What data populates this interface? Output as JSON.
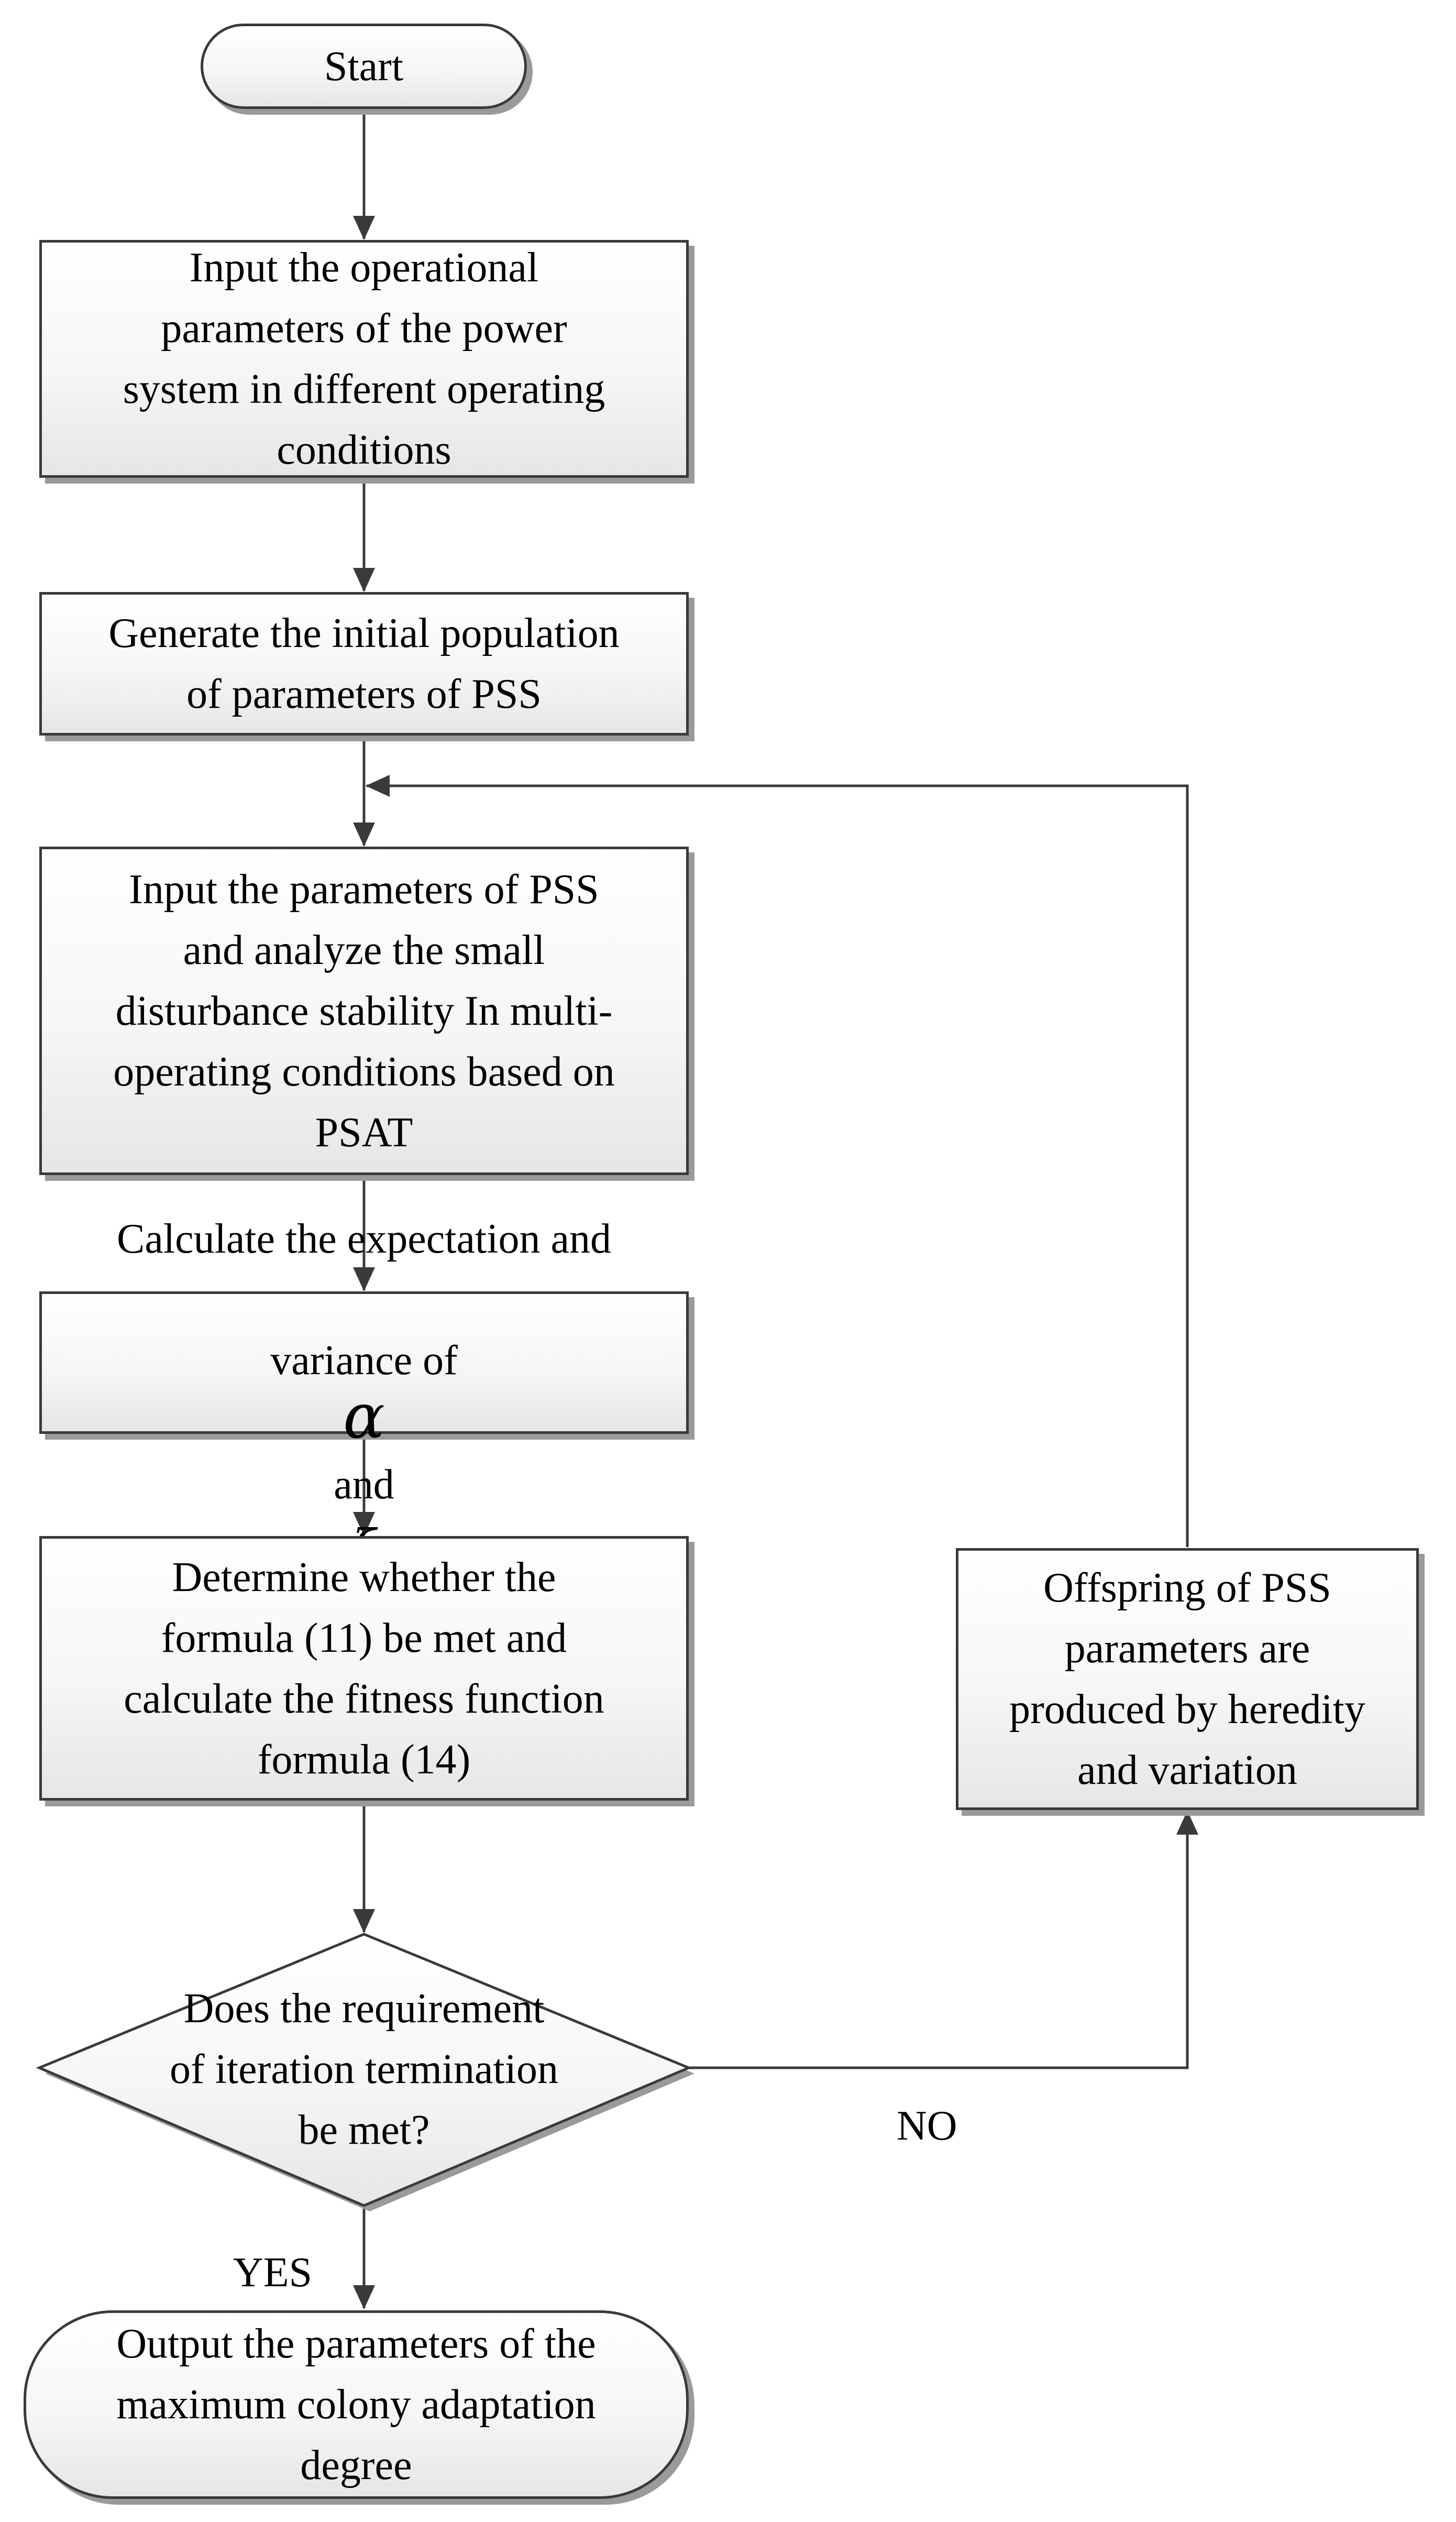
{
  "nodes": {
    "start": "Start",
    "input_operational": "Input the operational\nparameters of the power\nsystem in different operating\nconditions",
    "generate_population": "Generate the initial population\nof parameters of PSS",
    "input_pss": "Input the parameters of PSS\nand analyze the small\ndisturbance stability In multi-\noperating conditions based on\nPSAT",
    "calculate_line1": "Calculate the expectation and",
    "calculate_line2_prefix": "variance of",
    "calculate_alpha": "α",
    "calculate_and": "and",
    "calculate_xi": "ξ",
    "determine": "Determine whether the\nformula (11) be met and\ncalculate the fitness function\nformula (14)",
    "offspring": "Offspring of PSS\nparameters are\nproduced by heredity\nand variation",
    "decision": "Does the requirement\nof iteration termination\nbe met?",
    "output": "Output the parameters of the\nmaximum colony adaptation\ndegree"
  },
  "edge_labels": {
    "no": "NO",
    "yes": "YES"
  }
}
